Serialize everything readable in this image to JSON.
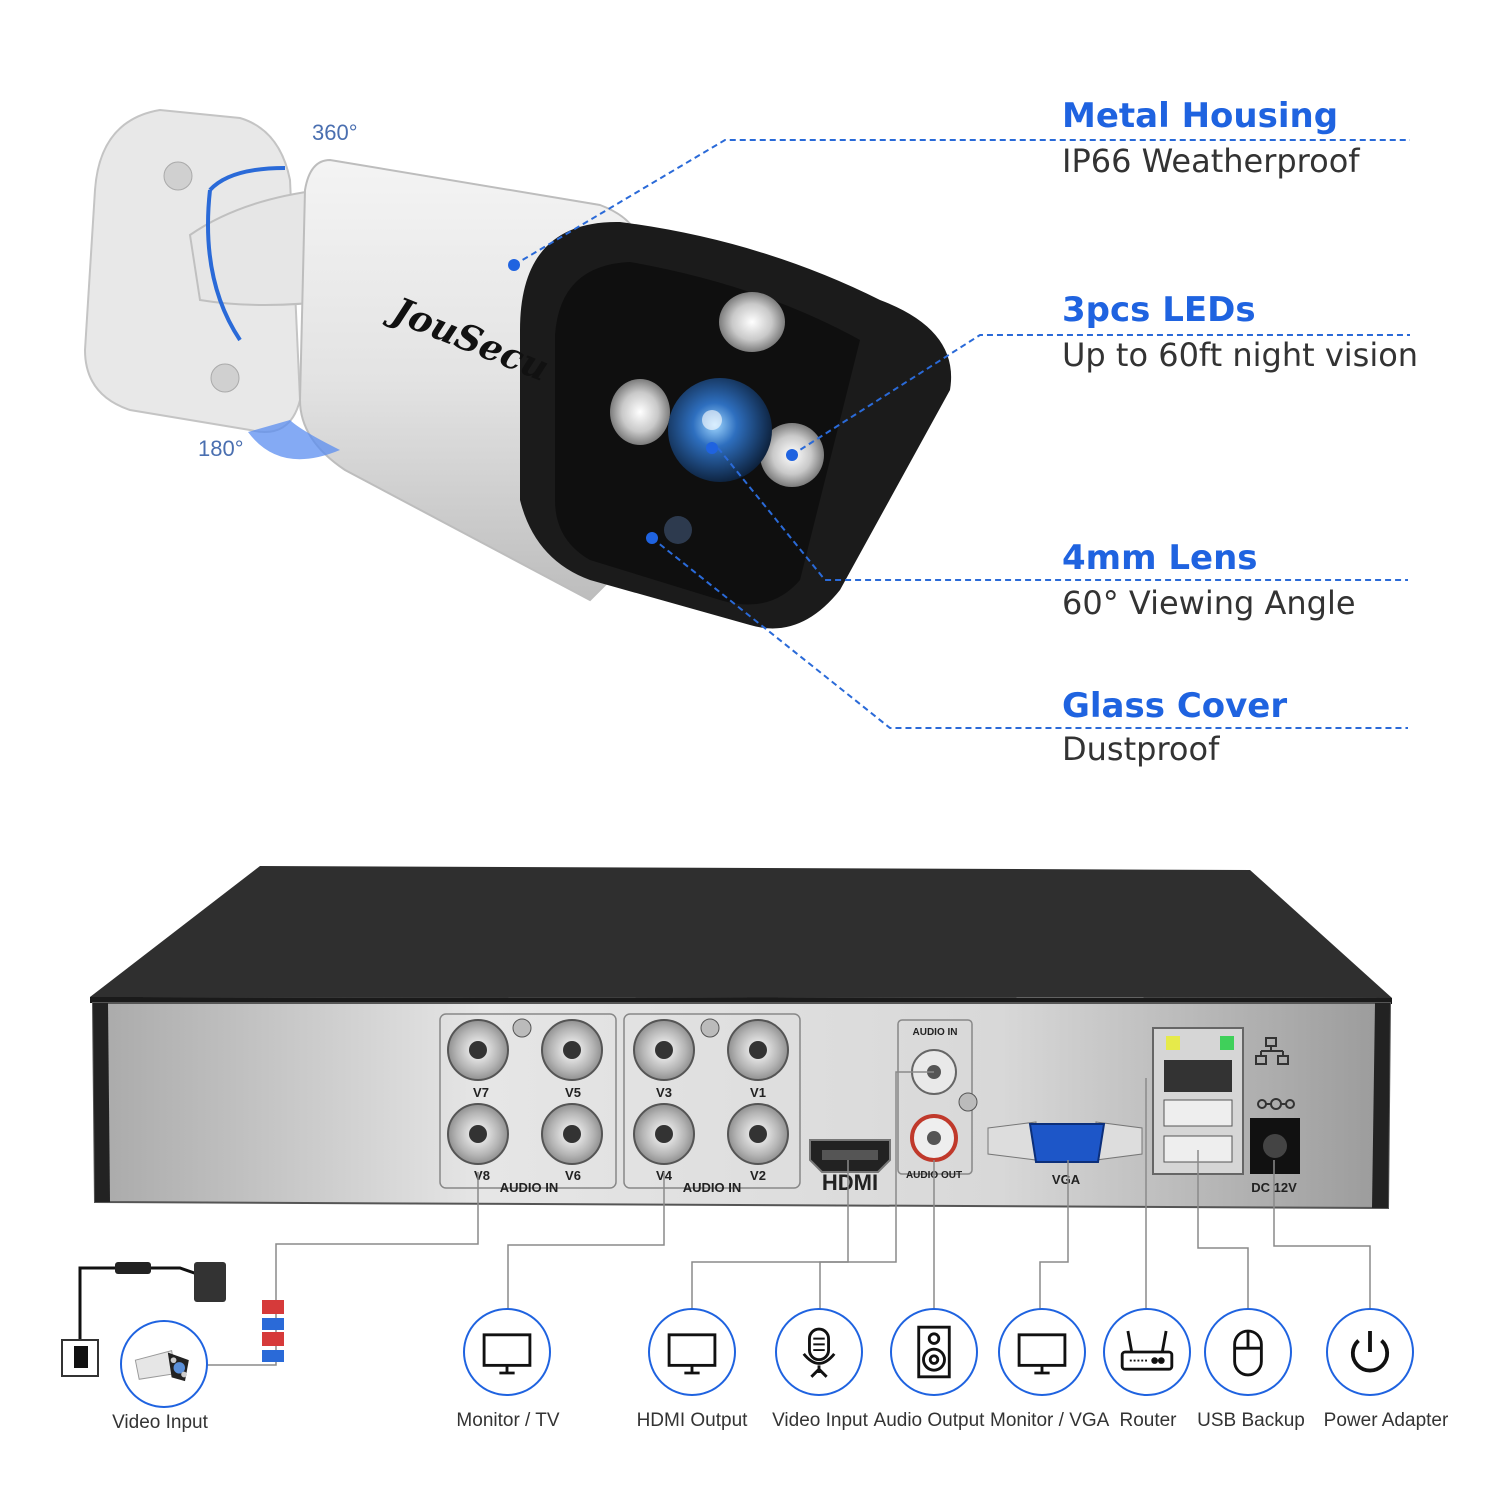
{
  "camera": {
    "brand": "JouSecu",
    "rotation_labels": {
      "pan": "360°",
      "tilt": "180°"
    }
  },
  "features": [
    {
      "title": "Metal Housing",
      "subtitle": "IP66 Weatherproof"
    },
    {
      "title": "3pcs LEDs",
      "subtitle": "Up to 60ft night vision"
    },
    {
      "title": "4mm Lens",
      "subtitle": "60° Viewing Angle"
    },
    {
      "title": "Glass Cover",
      "subtitle": "Dustproof"
    }
  ],
  "dvr": {
    "video_ports": [
      "V7",
      "V5",
      "V8",
      "V6",
      "V3",
      "V1",
      "V4",
      "V2"
    ],
    "audio_in_group_1": "AUDIO IN",
    "audio_in_group_2": "AUDIO IN",
    "hdmi": "HDMI",
    "audio_in_jack": "AUDIO IN",
    "audio_out_jack": "AUDIO OUT",
    "vga": "VGA",
    "dc": "DC 12V"
  },
  "connections": [
    {
      "caption": "Video Input",
      "icon": "camera-icon"
    },
    {
      "caption": "Monitor / TV",
      "icon": "monitor-icon"
    },
    {
      "caption": "HDMI Output",
      "icon": "monitor-icon"
    },
    {
      "caption": "Video Input",
      "icon": "microphone-icon"
    },
    {
      "caption": "Audio Output",
      "icon": "speaker-icon"
    },
    {
      "caption": "Monitor / VGA",
      "icon": "monitor-icon"
    },
    {
      "caption": "Router",
      "icon": "router-icon"
    },
    {
      "caption": "USB Backup",
      "icon": "mouse-icon"
    },
    {
      "caption": "Power Adapter",
      "icon": "power-icon"
    }
  ],
  "colors": {
    "accent": "#1f63e0",
    "leader": "#2a6ad8",
    "dvr_top": "#2e2e2e",
    "dvr_panel": "#c8c8c8"
  }
}
